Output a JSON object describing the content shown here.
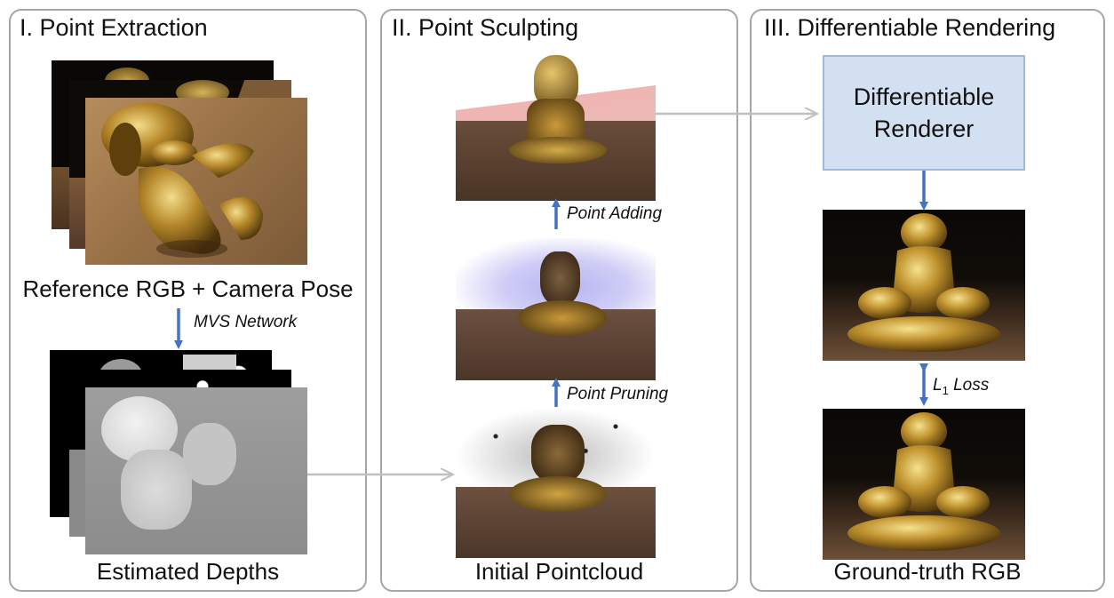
{
  "panels": [
    {
      "title": "I. Point Extraction"
    },
    {
      "title": "II. Point Sculpting"
    },
    {
      "title": "III. Differentiable Rendering"
    }
  ],
  "captions": {
    "reference_rgb": "Reference RGB + Camera Pose",
    "estimated_depths": "Estimated Depths",
    "initial_pointcloud": "Initial Pointcloud",
    "ground_truth_rgb": "Ground-truth RGB"
  },
  "step_labels": {
    "mvs_network": "MVS Network",
    "point_pruning": "Point Pruning",
    "point_adding": "Point Adding",
    "loss_symbol": "L",
    "loss_subscript": "1",
    "loss_word": "Loss"
  },
  "renderer": {
    "line1": "Differentiable",
    "line2": "Renderer"
  },
  "colors": {
    "panel_border": "#a6a6a6",
    "arrow_blue": "#4472c4",
    "arrow_gray": "#bfbfbf",
    "renderer_fill": "#d3e0f2",
    "renderer_border": "#9fbadf"
  }
}
